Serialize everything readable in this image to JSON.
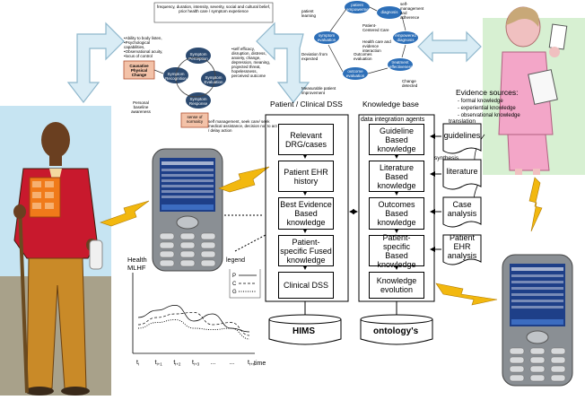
{
  "title_fragment": "",
  "top_diagram": {
    "header": "frequency, duration, intensity, severity, social and cultural belief, prior health care / symptom experience",
    "nodes": [
      "Symptom Perception",
      "Symptom Recognition",
      "Symptom Evaluation",
      "Symptom Response"
    ],
    "left_notes": "•Ability to body listen, •Psychological capabilities, •Observational acuity, •locus of control",
    "causative": "Causative Physical Change",
    "personal": "Personal baseline awareness",
    "right_notes": "•self efficacy, disruption, distress, anxiety, change, depression, meaning, projected threat, hopelessness, perceived outcome",
    "normalcy": "sense of normalcy",
    "bottom_notes": "self management, seek care/ seek medical assistance, decision not to act / delay action"
  },
  "top_right_diagram": {
    "nodes": [
      "patient empowerment",
      "diagnosis",
      "empowered diagnosis",
      "symptom evaluation",
      "treatment effectiveness",
      "outcome evaluation"
    ],
    "notes": [
      "patient learning",
      "self-management and adherence",
      "Patient-Centered Care",
      "Health care and evidence interaction",
      "Outcomes evaluation",
      "Change detected",
      "Deviation from expected",
      "Measurable patient improvement"
    ]
  },
  "columns": {
    "dss_title": "Patient / Clinical DSS",
    "kb_title": "Knowledge base",
    "agents_label": "data integration agents"
  },
  "dss_boxes": [
    "Relevant DRG/cases",
    "Patient EHR history",
    "Best Evidence Based knowledge",
    "Patient-specific Fused knowledge",
    "Clinical DSS"
  ],
  "kb_boxes": [
    "Guideline Based knowledge",
    "Literature Based knowledge",
    "Outcomes Based knowledge",
    "Patient-specific Based knowledge",
    "Knowledge evolution"
  ],
  "source_docs": [
    "guidelines",
    "literature",
    "Case analysis",
    "Patient EHR analysis"
  ],
  "source_labels": {
    "translation": "translation",
    "synthesis": "synthesis"
  },
  "evidence": {
    "title": "Evidence sources:",
    "items": [
      "- formal knowledge",
      "- experiential knowledge",
      "- observational knowledge"
    ]
  },
  "databases": [
    "HIMS",
    "ontology's"
  ],
  "health_chart": {
    "ylabel_1": "Health",
    "ylabel_2": "MLHF",
    "legend_title": "legend",
    "legend_items": [
      "P",
      "C",
      "G"
    ],
    "ticks": [
      "t",
      "t",
      "t",
      "t",
      "...",
      "...",
      "t"
    ],
    "tick_subs": [
      "i",
      "i+1",
      "i+2",
      "i+3",
      "",
      "",
      "i+n"
    ],
    "xlabel": "time"
  },
  "chart_data": {
    "type": "line",
    "xlabel": "time",
    "ylabel": "Health MLHF",
    "x": [
      "ti",
      "ti+1",
      "ti+2",
      "ti+3",
      "...",
      "...",
      "ti+n"
    ],
    "series": [
      {
        "name": "P",
        "values": [
          0.45,
          0.55,
          0.62,
          0.4,
          0.5,
          0.3,
          0.25
        ]
      },
      {
        "name": "C",
        "values": [
          0.35,
          0.45,
          0.5,
          0.52,
          0.35,
          0.38,
          0.2
        ]
      },
      {
        "name": "G",
        "values": [
          0.3,
          0.38,
          0.42,
          0.3,
          0.28,
          0.3,
          0.15
        ]
      }
    ]
  },
  "colors": {
    "arrow_fill": "#d9ecf5",
    "arrow_stroke": "#8fb7cc",
    "lightning": "#f2b80f",
    "jacket": "#c8192d",
    "bg_patient": "#c6e4f2",
    "bg_nurse": "#d7f0d2"
  }
}
